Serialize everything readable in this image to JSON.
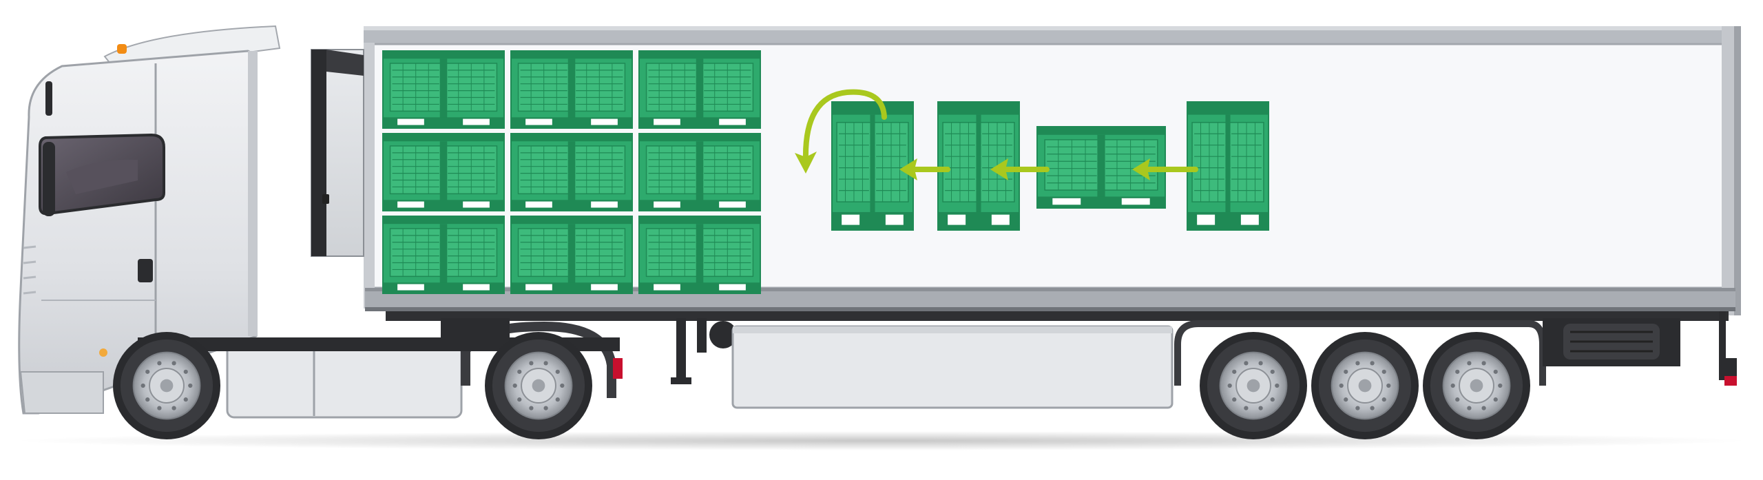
{
  "scene": {
    "subject": "semi-truck-with-refrigerated-trailer",
    "cargo": "green-plastic-pallet-boxes",
    "stacked_boxes": {
      "columns": 3,
      "rows": 3
    },
    "rotation_sequence_boxes": 4,
    "colors": {
      "cab_body": "#e3e5e8",
      "trailer_panel": "#f6f7f9",
      "trailer_frame": "#9ea2a8",
      "box_green": "#2eaa6d",
      "box_green_dark": "#1f8a55",
      "arrow_lime": "#a9c81e",
      "tire": "#2a2b2e",
      "hub": "#c8cbd0"
    },
    "icons": [
      "rotate-arrow-icon",
      "left-arrow-icon",
      "left-arrow-icon",
      "left-arrow-icon"
    ]
  }
}
